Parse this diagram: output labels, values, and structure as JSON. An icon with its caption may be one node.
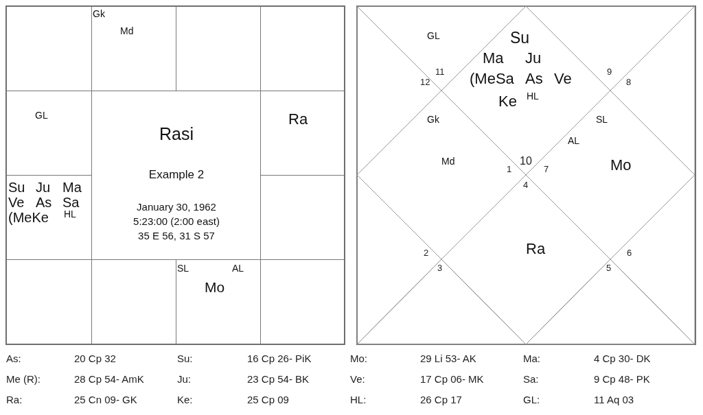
{
  "diagram": {
    "nodes": [
      {
        "text": [],
        "shape": "box"
      },
      {
        "text": [
          "Gk",
          "Md"
        ]
      },
      {
        "text": [],
        "shape": "box"
      },
      {
        "text": [],
        "shape": "box"
      },
      {
        "text": [
          "GL"
        ]
      },
      {
        "text": [
          "Rasi",
          "Example 2",
          "January 30, 1962",
          "5:23:00 (2:00 east)",
          "35 E 56, 31 S 57"
        ]
      },
      {
        "text": [
          "Ra"
        ]
      },
      {
        "text": [
          "Su",
          "Ju",
          "Ma",
          "Ve",
          "As",
          "Sa",
          "(MeKe",
          "HL"
        ]
      },
      {
        "text": [],
        "shape": "box"
      },
      {
        "text": [],
        "shape": "box"
      },
      {
        "text": [],
        "shape": "box"
      },
      {
        "text": [
          "SL",
          "AL",
          "Mo"
        ]
      },
      {
        "text": [],
        "shape": "box"
      },
      {
        "text": [
          "GL"
        ]
      },
      {
        "text": [
          "Su",
          "Ma",
          "Ju",
          "(MeSa",
          "As",
          "Ve",
          "Ke",
          "HL"
        ]
      },
      {
        "text": [],
        "shape": "triangle"
      },
      {
        "text": [],
        "shape": "triangle"
      },
      {
        "text": [],
        "shape": "triangle"
      },
      {
        "text": [
          "Gk",
          "Md"
        ]
      },
      {
        "text": [
          "SL",
          "AL",
          "Mo"
        ]
      },
      {
        "text": [],
        "shape": "triangle"
      },
      {
        "text": [
          "Ra"
        ]
      },
      {
        "text": [],
        "shape": "triangle"
      },
      {
        "text": [],
        "shape": "triangle"
      },
      {
        "text": [],
        "shape": "triangle"
      }
    ],
    "labels": [
      "11",
      "9",
      "12",
      "8",
      "10",
      "1",
      "7",
      "4",
      "2",
      "6",
      "3",
      "5",
      "As:",
      "20 Cp 32",
      "Su:",
      "16 Cp 26- PiK",
      "Mo:",
      "29 Li 53- AK",
      "Ma:",
      "4 Cp 30- DK",
      "Me (R):",
      "28 Cp 54- AmK",
      "Ju:",
      "23 Cp 54- BK",
      "Ve:",
      "17 Cp 06- MK",
      "Sa:",
      "9 Cp 48- PK",
      "Ra:",
      "25 Cn 09- GK",
      "Ke:",
      "25 Cp 09",
      "HL:",
      "26 Cp 17",
      "GL:",
      "11 Aq 03"
    ]
  }
}
